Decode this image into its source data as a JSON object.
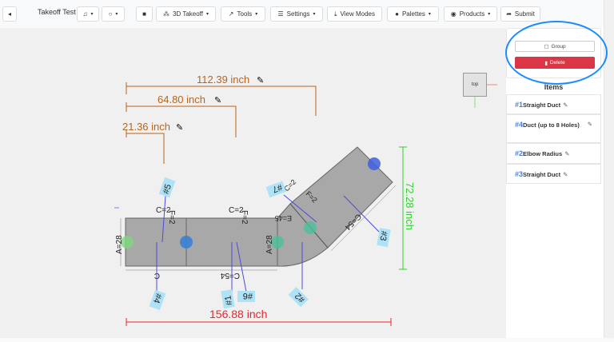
{
  "toolbar": {
    "back_icon": "caret-left-icon",
    "title": "Takeoff Test",
    "bell_icon": "bell-icon",
    "comment_icon": "comment-icon",
    "save_icon": "floppy-icon",
    "takeoff_3d": "3D Takeoff",
    "tools": "Tools",
    "settings": "Settings",
    "view_modes": "View Modes",
    "palettes": "Palettes",
    "products": "Products",
    "submit": "Submit"
  },
  "sidebar": {
    "group_label": "Group",
    "delete_label": "Delete",
    "items_heading": "Items",
    "items": [
      {
        "num": "#1",
        "label": "Straight Duct"
      },
      {
        "num": "#4",
        "label": "Duct (up to 8 Holes)"
      },
      {
        "num": "#2",
        "label": "Elbow Radius"
      },
      {
        "num": "#3",
        "label": "Straight Duct"
      }
    ],
    "highlight_color": "#1a8cff",
    "delete_color": "#dc3545"
  },
  "viewcube": {
    "label": "top"
  },
  "drawing": {
    "dims": {
      "d1": "112.39 inch",
      "d2": "64.80 inch",
      "d3": "21.36 inch",
      "total": "156.88 inch",
      "height": "72.28 inch"
    },
    "labels": {
      "a1": "A=28",
      "a2": "A=28",
      "c1": "C=2",
      "f1": "F=2",
      "c2": "C=2",
      "f2": "F=2",
      "c3": "C",
      "c4": "C=54",
      "c5": "C=54",
      "c6": "C=2",
      "f3": "F=2",
      "e": "E=45"
    },
    "tags": {
      "t1": "#1",
      "t2": "#2",
      "t3": "#3",
      "t4": "#4",
      "t5": "#5",
      "t6": "#6",
      "t7": "#7"
    },
    "colors": {
      "dim_orange": "#b8651c",
      "total_red": "#e8262d",
      "height_green": "#2fd12f",
      "tag_bg": "#aee3f7",
      "pointer": "#4b4bdc"
    }
  }
}
